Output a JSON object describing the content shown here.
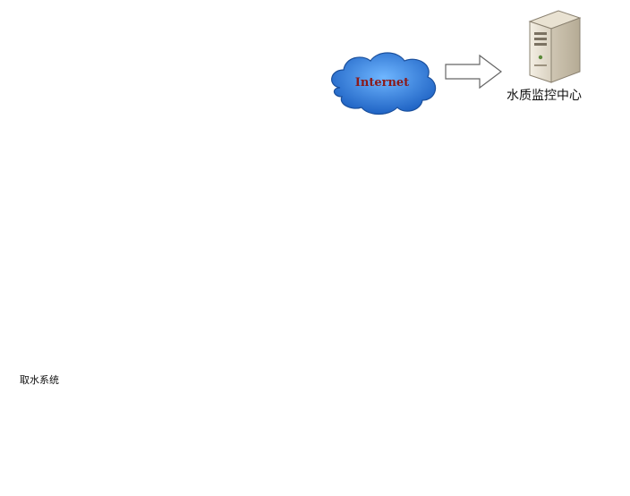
{
  "cloud": {
    "label": "Internet",
    "text_color": "#8b1a1a",
    "fill": "#2e7fd8"
  },
  "monitoring_center": {
    "label": "水质监控中心"
  },
  "intake_system": {
    "label": "取水系统"
  },
  "colors": {
    "pipe": "#3f74c8",
    "cabinet_dark": "#3b3b3b",
    "cabinet_light": "#a9b4c2",
    "wall": "#f4f4f4",
    "wall_line": "#9a9a9a",
    "signal": "#8fb4e0"
  },
  "icons": [
    "cloud-icon",
    "arrow-right-icon",
    "server-icon",
    "antenna-icon",
    "signal-waves-icon",
    "pump-icon"
  ]
}
